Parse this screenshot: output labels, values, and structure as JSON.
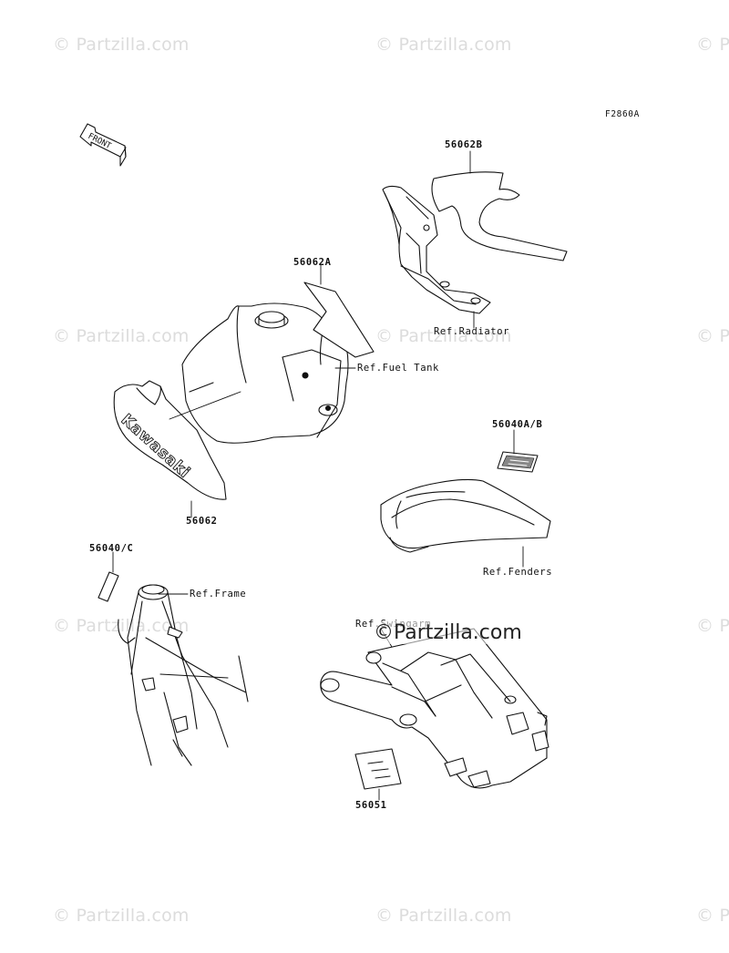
{
  "diagram": {
    "figure_code": "F2860A",
    "front_label": "FRONT",
    "brand_text": "Kawasaki",
    "watermark": "© Partzilla.com",
    "center_watermark": "©Partzilla.com",
    "labels": {
      "p56062B": "56062B",
      "p56062A": "56062A",
      "p56062": "56062",
      "p56040AB": "56040A/B",
      "p56040C": "56040/C",
      "p56051": "56051",
      "ref_radiator": "Ref.Radiator",
      "ref_fuel_tank": "Ref.Fuel Tank",
      "ref_fenders": "Ref.Fenders",
      "ref_frame": "Ref.Frame",
      "ref_swingarm": "Ref.Swingarm"
    }
  }
}
